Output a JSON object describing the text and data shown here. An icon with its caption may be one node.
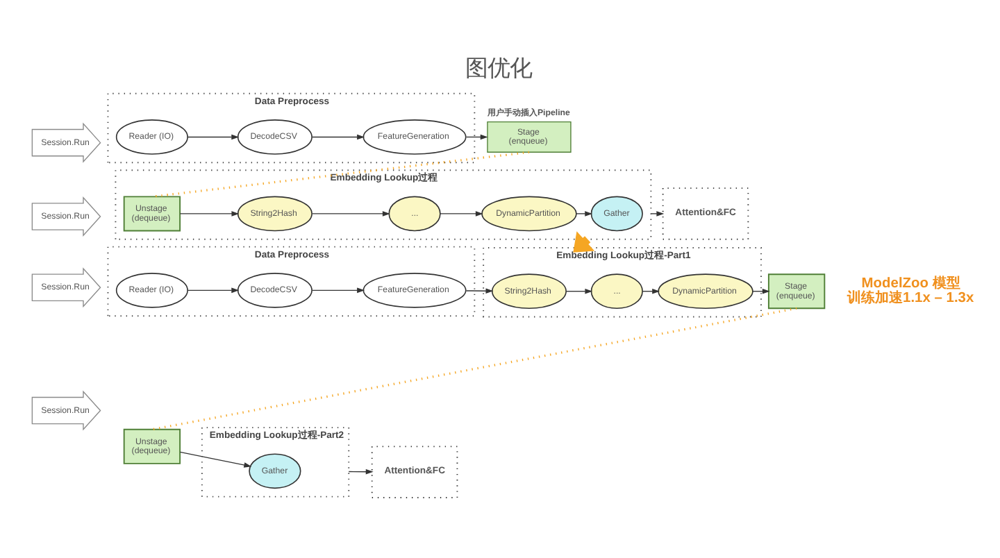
{
  "diagram": {
    "title": "图优化",
    "nodes": [
      {
        "text": [
          "Session.Run"
        ]
      },
      {
        "text": [
          "Data Preprocess"
        ]
      },
      {
        "text": [
          "Reader (IO)"
        ],
        "in": 1
      },
      {
        "text": [
          "DecodeCSV"
        ],
        "in": 1
      },
      {
        "text": [
          "FeatureGeneration"
        ],
        "in": 1
      },
      {
        "text": [
          "Stage (enqueue)"
        ],
        "beside": [
          "用户手动插入Pipeline"
        ]
      },
      {
        "text": [
          "Session.Run"
        ]
      },
      {
        "text": [
          "Embedding Lookup过程"
        ]
      },
      {
        "text": [
          "Unstage (dequeue)"
        ],
        "in": 7
      },
      {
        "text": [
          "String2Hash"
        ],
        "in": 7
      },
      {
        "text": [
          "..."
        ],
        "in": 7
      },
      {
        "text": [
          "DynamicPartition"
        ],
        "in": 7
      },
      {
        "text": [
          "Gather"
        ],
        "in": 7
      },
      {
        "text": [
          "Attention&FC"
        ]
      },
      {
        "text": [
          "Session.Run"
        ]
      },
      {
        "text": [
          "Data Preprocess"
        ]
      },
      {
        "text": [
          "Reader (IO)"
        ],
        "in": 15
      },
      {
        "text": [
          "DecodeCSV"
        ],
        "in": 15
      },
      {
        "text": [
          "FeatureGeneration"
        ],
        "in": 15
      },
      {
        "text": [
          "Embedding Lookup过程-Part1"
        ]
      },
      {
        "text": [
          "String2Hash"
        ],
        "in": 19
      },
      {
        "text": [
          "..."
        ],
        "in": 19
      },
      {
        "text": [
          "DynamicPartition"
        ],
        "in": 19
      },
      {
        "text": [
          "Stage (enqueue)"
        ]
      },
      {
        "text": [
          "Session.Run"
        ]
      },
      {
        "text": [
          "Unstage (dequeue)"
        ]
      },
      {
        "text": [
          "Embedding Lookup过程-Part2"
        ]
      },
      {
        "text": [
          "Gather"
        ],
        "in": 26
      },
      {
        "text": [
          "Attention&FC"
        ]
      }
    ],
    "edges": [
      {
        "from": 2,
        "to": 3,
        "arrow": "to"
      },
      {
        "from": 3,
        "to": 4,
        "arrow": "to"
      },
      {
        "from": 4,
        "to": 5,
        "arrow": "to"
      },
      {
        "from": 5,
        "to": 8,
        "arrow": "none",
        "style": "dashed",
        "color": "#f5a623"
      },
      {
        "from": 8,
        "to": 9,
        "arrow": "to"
      },
      {
        "from": 9,
        "to": 10,
        "arrow": "to"
      },
      {
        "from": 10,
        "to": 11,
        "arrow": "to"
      },
      {
        "from": 11,
        "to": 12,
        "arrow": "to"
      },
      {
        "from": 7,
        "to": 13,
        "arrow": "to"
      },
      {
        "from": 7,
        "to": 19,
        "arrow": "to",
        "style": "thick",
        "color": "#f5a623"
      },
      {
        "from": 16,
        "to": 17,
        "arrow": "to"
      },
      {
        "from": 17,
        "to": 18,
        "arrow": "to"
      },
      {
        "from": 18,
        "to": 20,
        "arrow": "to"
      },
      {
        "from": 20,
        "to": 21,
        "arrow": "to"
      },
      {
        "from": 21,
        "to": 22,
        "arrow": "to"
      },
      {
        "from": 22,
        "to": 23,
        "arrow": "to"
      },
      {
        "from": 23,
        "to": 25,
        "arrow": "none",
        "style": "dashed",
        "color": "#f5a623"
      },
      {
        "from": 25,
        "to": 27,
        "arrow": "to"
      },
      {
        "from": 26,
        "to": 28,
        "arrow": "to"
      }
    ],
    "labels": [
      "ModelZoo 模型训练加速1.1x – 1.3x"
    ]
  }
}
